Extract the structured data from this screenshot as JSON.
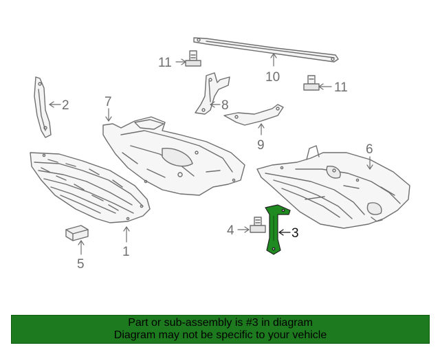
{
  "diagram": {
    "callouts": {
      "c1": "1",
      "c2": "2",
      "c3": "3",
      "c4": "4",
      "c5": "5",
      "c6": "6",
      "c7": "7",
      "c8": "8",
      "c9": "9",
      "c10": "10",
      "c11_left": "11",
      "c11_right": "11"
    },
    "highlighted_part": "3"
  },
  "banner": {
    "line1": "Part or sub-assembly is #3 in diagram",
    "line2": "Diagram may not be specific to your vehicle"
  },
  "colors": {
    "line_art": "#6e6e6e",
    "highlight_part": "#1f8a1f",
    "banner_background": "#1e7a1e",
    "background": "#ffffff"
  }
}
